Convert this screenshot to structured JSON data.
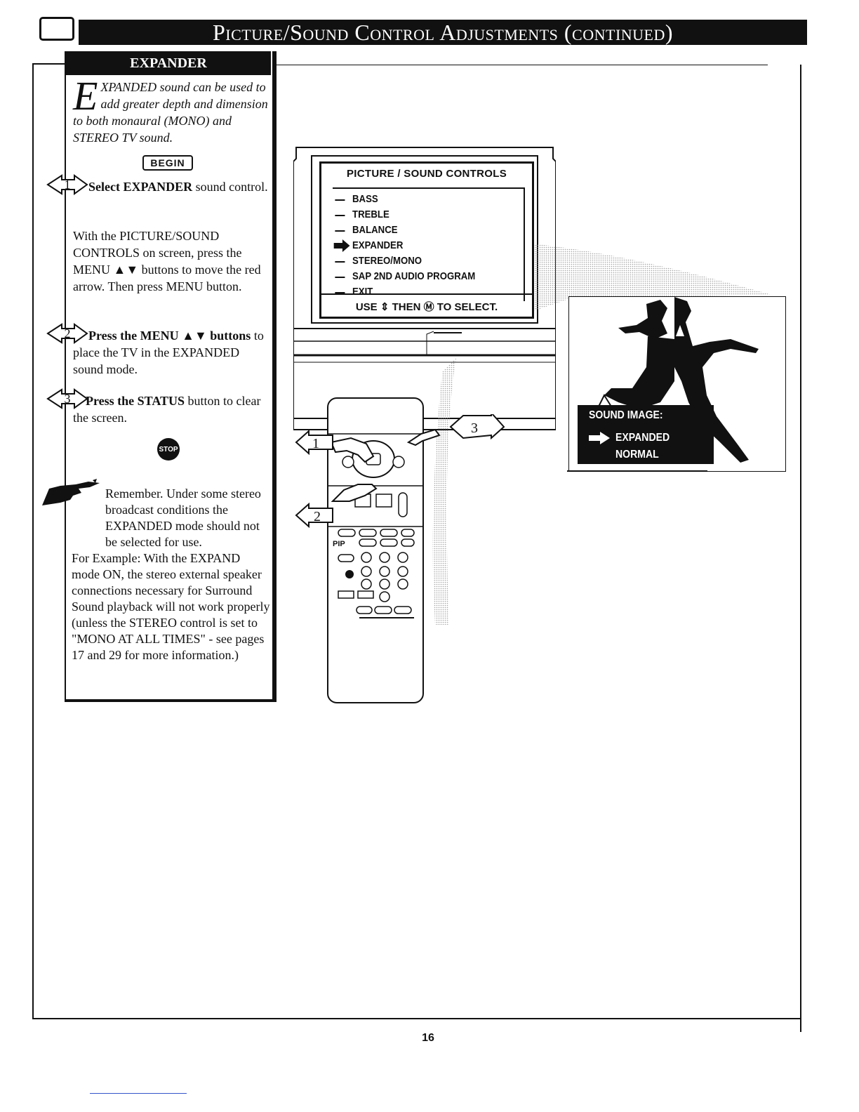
{
  "header": {
    "title": "Picture/Sound Control Adjustments (continued)"
  },
  "panel": {
    "label": "EXPANDER",
    "intro_dropcap": "E",
    "intro_text": "XPANDED sound can be used to add greater depth and dimension to both monaural (MONO) and STEREO TV sound.",
    "begin": "BEGIN",
    "steps": [
      {
        "number": "1",
        "bold": "Select EXPANDER",
        "rest": " sound control."
      },
      {
        "number": "2",
        "bold": "Press the MENU ▲▼ buttons",
        "rest": " to place the TV in the EXPANDED sound mode."
      },
      {
        "number": "3",
        "bold": "Press the STATUS",
        "rest": " button to clear the screen."
      }
    ],
    "step1_detail": "With the PICTURE/SOUND CONTROLS on screen, press the MENU ▲▼ buttons to move the red arrow. Then press MENU button.",
    "stop": "STOP",
    "remember": "Remember. Under some stereo broadcast conditions the EXPANDED mode should not be selected for use.",
    "example": "For Example: With the EXPAND mode ON, the stereo external speaker connections necessary for Surround Sound playback will not work properly (unless the STEREO control is set to \"MONO AT ALL TIMES\" - see pages 17 and 29 for more information.)"
  },
  "osd": {
    "title": "PICTURE / SOUND CONTROLS",
    "items": [
      "BASS",
      "TREBLE",
      "BALANCE",
      "EXPANDER",
      "STEREO/MONO",
      "SAP 2ND AUDIO PROGRAM",
      "EXIT"
    ],
    "selected_index": 3,
    "footer": "USE ⇕ THEN Ⓜ TO SELECT."
  },
  "callouts": [
    "1",
    "2",
    "3"
  ],
  "sound_image": {
    "title": "SOUND IMAGE:",
    "options": [
      "EXPANDED",
      "NORMAL"
    ],
    "selected_index": 0
  },
  "page_number": "16"
}
